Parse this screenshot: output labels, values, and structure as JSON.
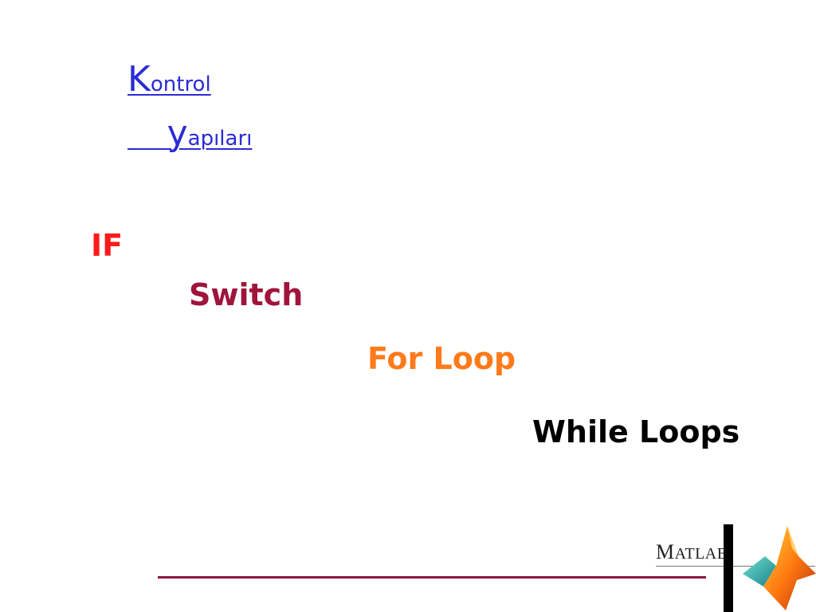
{
  "title": {
    "line1_initial": "K",
    "line1_rest": "ontrol",
    "line2_lead": "      ",
    "line2_initial": "y",
    "line2_rest": "apıları"
  },
  "topics": [
    {
      "label": "IF",
      "color": "#ff1a1a"
    },
    {
      "label": "Switch",
      "color": "#a0143c"
    },
    {
      "label": "For Loop",
      "color": "#ff7a1a"
    },
    {
      "label": "While Loops",
      "color": "#000000"
    }
  ],
  "logo": {
    "first_letter": "M",
    "rest": "ATLAB"
  },
  "colors": {
    "title": "#2b2bd6",
    "rule": "#8a1a3c"
  }
}
